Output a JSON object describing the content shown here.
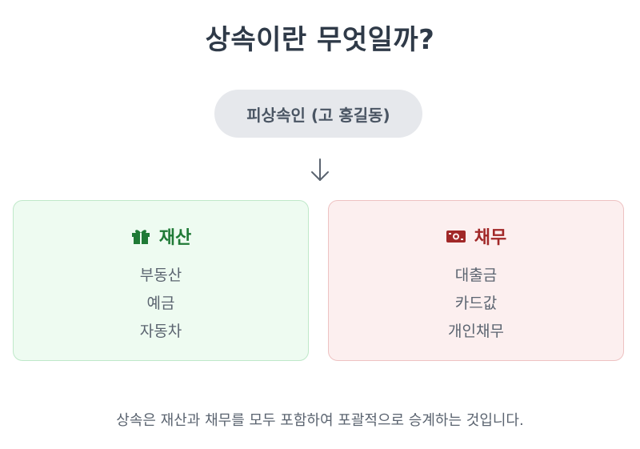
{
  "title": "상속이란 무엇일까?",
  "deceased": "피상속인 (고 홍길동)",
  "assets": {
    "label": "재산",
    "icon": "gift-icon",
    "color": "#1f7a36",
    "items": [
      "부동산",
      "예금",
      "자동차"
    ]
  },
  "debts": {
    "label": "채무",
    "icon": "banknote-icon",
    "color": "#a12828",
    "items": [
      "대출금",
      "카드값",
      "개인채무"
    ]
  },
  "footnote": "상속은 재산과 채무를 모두 포함하여 포괄적으로 승계하는 것입니다."
}
